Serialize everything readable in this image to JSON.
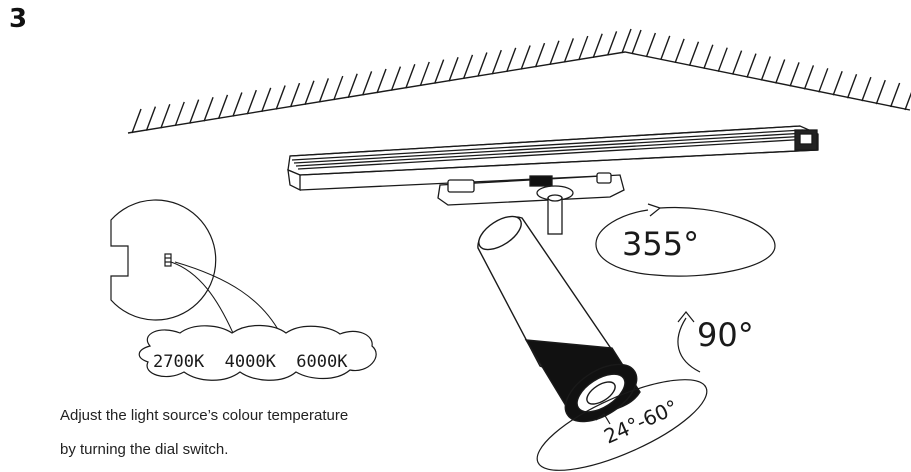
{
  "step_number": "3",
  "labels": {
    "rotation_horizontal": "355°",
    "rotation_vertical": "90°",
    "beam_angle": "24°-60°"
  },
  "dial": {
    "cct_options": "2700K  4000K  6000K"
  },
  "caption": {
    "line1": "Adjust the light source’s colour temperature",
    "line2": "by turning the dial switch."
  },
  "colors": {
    "line": "#1a1a1a",
    "body_fill": "#ffffff",
    "lens_fill": "#111111"
  }
}
